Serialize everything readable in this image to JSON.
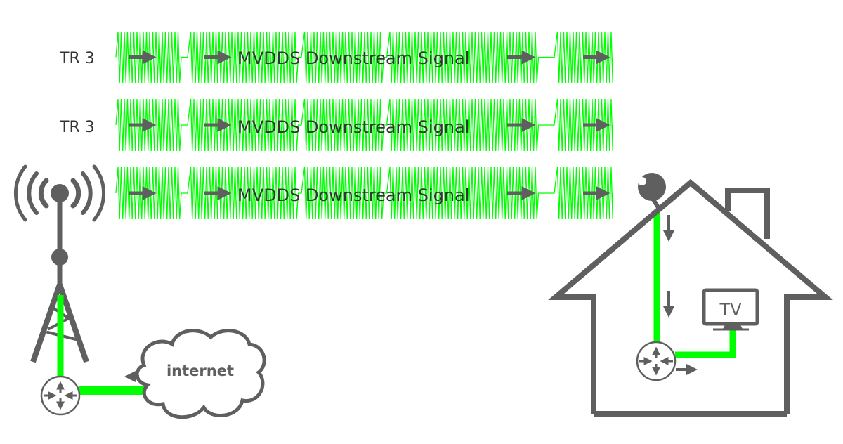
{
  "signals": [
    {
      "source_label": "TR 3",
      "label": "MVDDS Downstream Signal"
    },
    {
      "source_label": "TR 3",
      "label": "MVDDS Downstream Signal"
    },
    {
      "label": "MVDDS Downstream Signal"
    }
  ],
  "cloud_label": "internet",
  "tv_label": "TV",
  "colors": {
    "signal": "#00ff00",
    "icon": "#5f5f5f",
    "text": "#333333"
  }
}
